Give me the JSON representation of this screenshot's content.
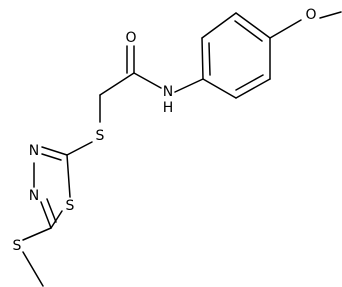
{
  "molecule": {
    "atoms": {
      "oxygen_carbonyl": "O",
      "nitrogen_amide": "N",
      "hydrogen_amide": "H",
      "oxygen_methoxy": "O",
      "sulfur_thioether": "S",
      "nitrogen_ring_upper": "N",
      "nitrogen_ring_lower": "N",
      "sulfur_ring": "S",
      "sulfur_methylthio": "S"
    }
  }
}
